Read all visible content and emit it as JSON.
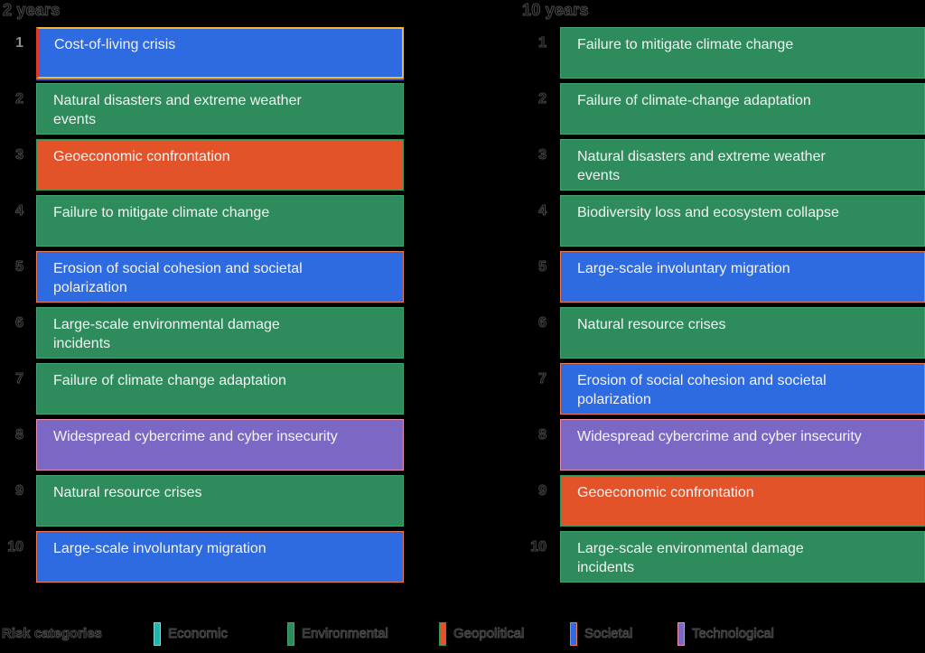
{
  "colors": {
    "societal": {
      "fill": "#2e6be0",
      "border": "#ee7a55"
    },
    "environmental": {
      "fill": "#2e8b5c",
      "border": "#43a172"
    },
    "geopolitical": {
      "fill": "#e2532a",
      "border": "#2f9960"
    },
    "technological": {
      "fill": "#7b68c4",
      "border": "#e78fb3"
    },
    "economic": {
      "fill": "#1fb6ad",
      "border": "#7ad9d3"
    },
    "highlight_top": "#f0bb2b",
    "highlight_left": "#dd3a2b",
    "highlight_underline": "#5a52d5",
    "box_text": "#f3f3f3",
    "background": "#000000"
  },
  "columns": [
    {
      "title": "2 years",
      "items": [
        {
          "rank": "1",
          "label": "Cost-of-living crisis",
          "category": "societal",
          "highlight": true
        },
        {
          "rank": "2",
          "label": "Natural disasters and extreme weather\nevents",
          "category": "environmental"
        },
        {
          "rank": "3",
          "label": "Geoeconomic confrontation",
          "category": "geopolitical"
        },
        {
          "rank": "4",
          "label": "Failure to mitigate climate change",
          "category": "environmental"
        },
        {
          "rank": "5",
          "label": "Erosion of social cohesion and societal\npolarization",
          "category": "societal"
        },
        {
          "rank": "6",
          "label": "Large-scale environmental damage\nincidents",
          "category": "environmental"
        },
        {
          "rank": "7",
          "label": "Failure of climate change adaptation",
          "category": "environmental"
        },
        {
          "rank": "8",
          "label": "Widespread cybercrime and cyber insecurity",
          "category": "technological"
        },
        {
          "rank": "9",
          "label": "Natural resource crises",
          "category": "environmental"
        },
        {
          "rank": "10",
          "label": "Large-scale involuntary migration",
          "category": "societal"
        }
      ]
    },
    {
      "title": "10 years",
      "items": [
        {
          "rank": "1",
          "label": "Failure to mitigate climate change",
          "category": "environmental"
        },
        {
          "rank": "2",
          "label": "Failure of climate-change adaptation",
          "category": "environmental"
        },
        {
          "rank": "3",
          "label": "Natural disasters and extreme weather\nevents",
          "category": "environmental"
        },
        {
          "rank": "4",
          "label": "Biodiversity loss and ecosystem collapse",
          "category": "environmental"
        },
        {
          "rank": "5",
          "label": "Large-scale involuntary migration",
          "category": "societal"
        },
        {
          "rank": "6",
          "label": "Natural resource crises",
          "category": "environmental"
        },
        {
          "rank": "7",
          "label": "Erosion of social cohesion and societal\npolarization",
          "category": "societal"
        },
        {
          "rank": "8",
          "label": "Widespread cybercrime and cyber insecurity",
          "category": "technological"
        },
        {
          "rank": "9",
          "label": "Geoeconomic confrontation",
          "category": "geopolitical"
        },
        {
          "rank": "10",
          "label": "Large-scale environmental damage\nincidents",
          "category": "environmental"
        }
      ]
    }
  ],
  "legend": {
    "title": "Risk categories",
    "items": [
      {
        "label": "Economic",
        "category": "economic"
      },
      {
        "label": "Environmental",
        "category": "environmental"
      },
      {
        "label": "Geopolitical",
        "category": "geopolitical"
      },
      {
        "label": "Societal",
        "category": "societal"
      },
      {
        "label": "Technological",
        "category": "technological"
      }
    ]
  },
  "chart_data": {
    "type": "table",
    "columns": [
      {
        "period": "2 years",
        "ranking": [
          {
            "rank": 1,
            "risk": "Cost-of-living crisis",
            "category": "Societal"
          },
          {
            "rank": 2,
            "risk": "Natural disasters and extreme weather events",
            "category": "Environmental"
          },
          {
            "rank": 3,
            "risk": "Geoeconomic confrontation",
            "category": "Geopolitical"
          },
          {
            "rank": 4,
            "risk": "Failure to mitigate climate change",
            "category": "Environmental"
          },
          {
            "rank": 5,
            "risk": "Erosion of social cohesion and societal polarization",
            "category": "Societal"
          },
          {
            "rank": 6,
            "risk": "Large-scale environmental damage incidents",
            "category": "Environmental"
          },
          {
            "rank": 7,
            "risk": "Failure of climate change adaptation",
            "category": "Environmental"
          },
          {
            "rank": 8,
            "risk": "Widespread cybercrime and cyber insecurity",
            "category": "Technological"
          },
          {
            "rank": 9,
            "risk": "Natural resource crises",
            "category": "Environmental"
          },
          {
            "rank": 10,
            "risk": "Large-scale involuntary migration",
            "category": "Societal"
          }
        ]
      },
      {
        "period": "10 years",
        "ranking": [
          {
            "rank": 1,
            "risk": "Failure to mitigate climate change",
            "category": "Environmental"
          },
          {
            "rank": 2,
            "risk": "Failure of climate-change adaptation",
            "category": "Environmental"
          },
          {
            "rank": 3,
            "risk": "Natural disasters and extreme weather events",
            "category": "Environmental"
          },
          {
            "rank": 4,
            "risk": "Biodiversity loss and ecosystem collapse",
            "category": "Environmental"
          },
          {
            "rank": 5,
            "risk": "Large-scale involuntary migration",
            "category": "Societal"
          },
          {
            "rank": 6,
            "risk": "Natural resource crises",
            "category": "Environmental"
          },
          {
            "rank": 7,
            "risk": "Erosion of social cohesion and societal polarization",
            "category": "Societal"
          },
          {
            "rank": 8,
            "risk": "Widespread cybercrime and cyber insecurity",
            "category": "Technological"
          },
          {
            "rank": 9,
            "risk": "Geoeconomic confrontation",
            "category": "Geopolitical"
          },
          {
            "rank": 10,
            "risk": "Large-scale environmental damage incidents",
            "category": "Environmental"
          }
        ]
      }
    ],
    "legend": {
      "title": "Risk categories",
      "entries": [
        "Economic",
        "Environmental",
        "Geopolitical",
        "Societal",
        "Technological"
      ]
    },
    "legend_position": "bottom"
  }
}
